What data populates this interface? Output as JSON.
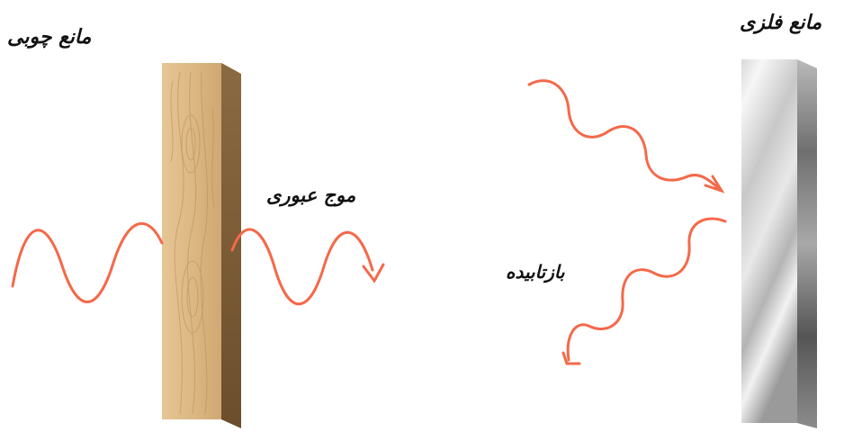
{
  "labels": {
    "wooden_barrier": "مانع چوبی",
    "metal_barrier": "مانع فلزی",
    "transmitted_wave": "موج عبوری",
    "reflected": "بازتابیده"
  },
  "colors": {
    "wave": "#f4694a",
    "wood_front": "#dcb884",
    "wood_side": "#7a5a34",
    "wood_top": "#c9a06a",
    "metal_light": "#f5f5f5",
    "metal_dark": "#8a8a8a",
    "text": "#111111"
  }
}
